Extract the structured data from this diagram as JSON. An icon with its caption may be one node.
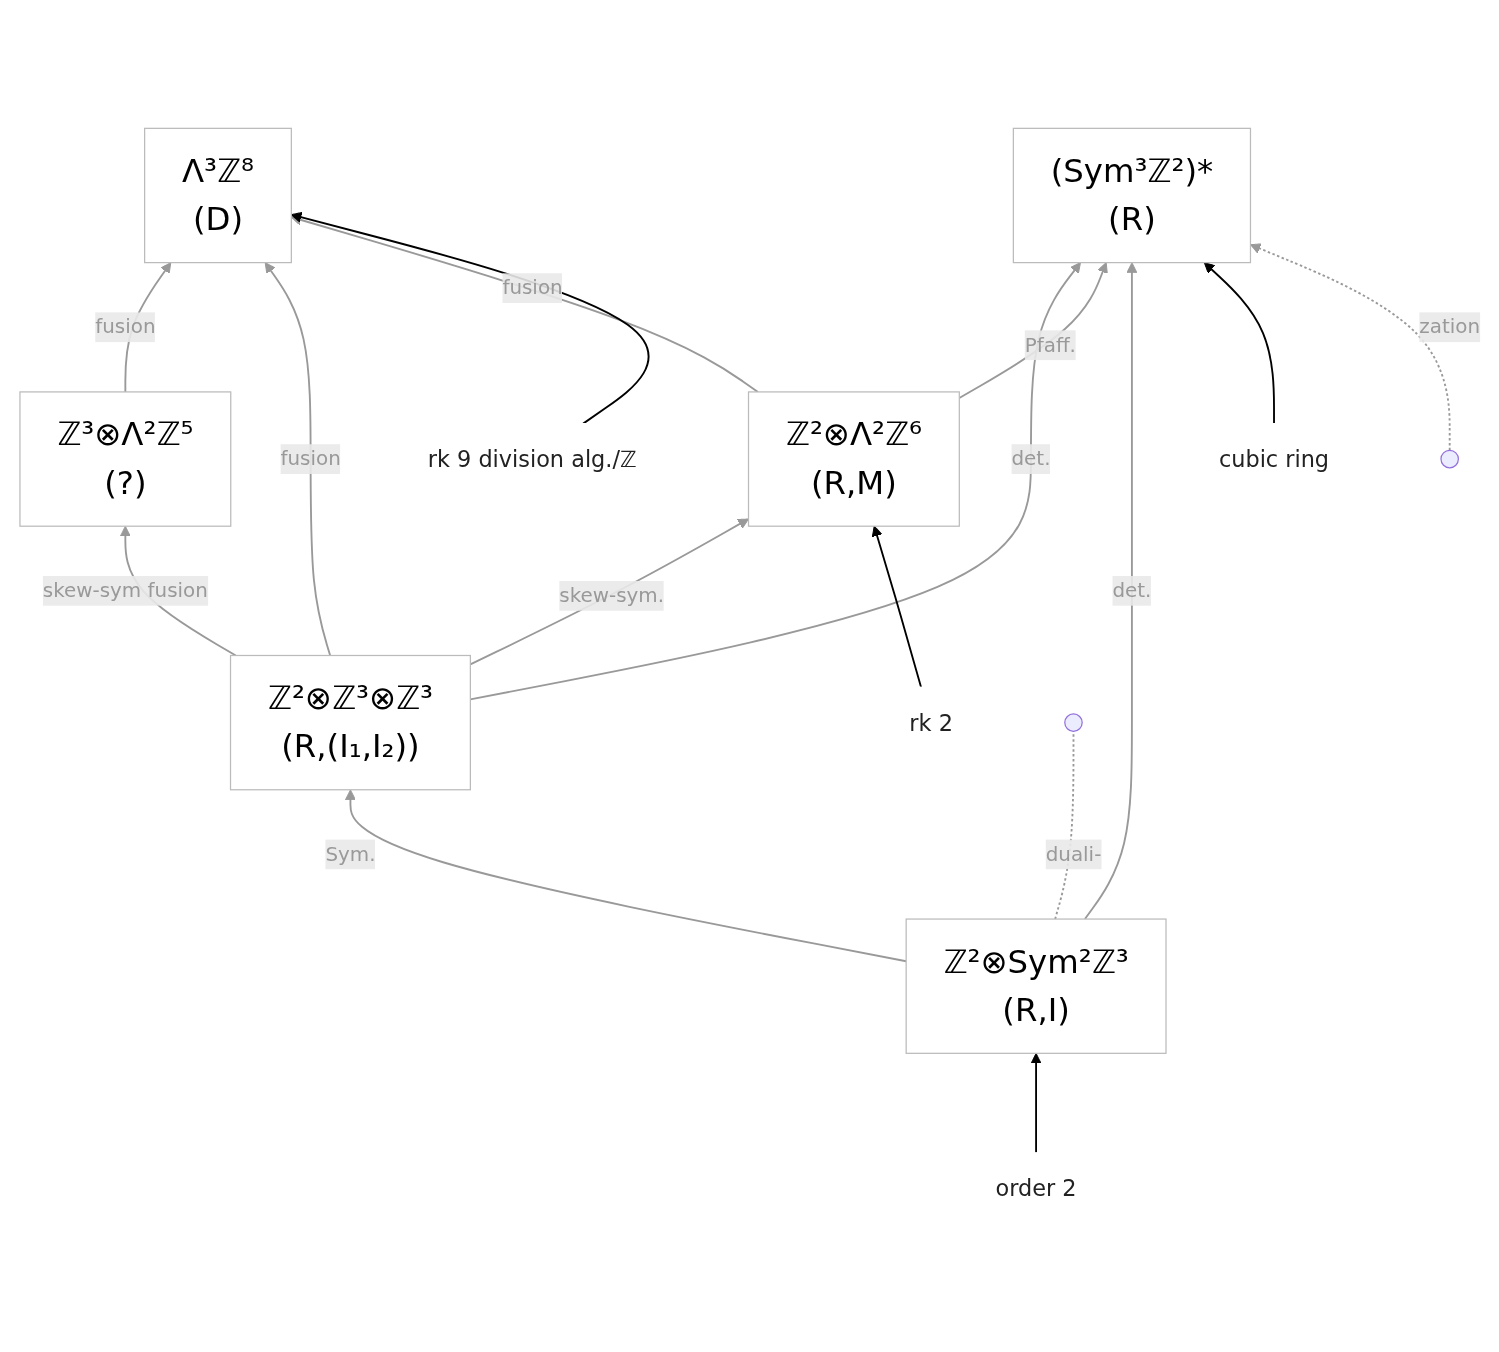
{
  "diagram": {
    "nodes": [
      {
        "text": [
          "Λ³ℤ⁸",
          "(D)"
        ]
      },
      {
        "text": [
          "ℤ³⊗Λ²ℤ⁵",
          "(?)"
        ]
      },
      {
        "text": [
          "ℤ²⊗Λ²ℤ⁶",
          "(R,M)"
        ]
      },
      {
        "text": [
          "ℤ²⊗ℤ³⊗ℤ³",
          "(R,(I₁,I₂))"
        ]
      },
      {
        "text": [
          "(Sym³ℤ²)*",
          "(R)"
        ]
      },
      {
        "text": [
          "ℤ²⊗Sym²ℤ³",
          "(R,I)"
        ]
      },
      {
        "text": [
          "rk 9 division alg./ℤ"
        ]
      },
      {
        "text": [
          "rk 2"
        ]
      },
      {
        "text": [
          "cubic ring"
        ]
      },
      {
        "text": [
          "order 2"
        ]
      }
    ],
    "edges": [
      {
        "from": 1,
        "to": 0,
        "arrow": "to",
        "label": "fusion"
      },
      {
        "from": 3,
        "to": 0,
        "arrow": "to",
        "label": "fusion"
      },
      {
        "from": 2,
        "to": 0,
        "arrow": "to",
        "label": "fusion"
      },
      {
        "from": 3,
        "to": 1,
        "arrow": "to",
        "label": "skew-sym fusion"
      },
      {
        "from": 3,
        "to": 2,
        "arrow": "to",
        "label": "skew-sym."
      },
      {
        "from": 3,
        "to": 4,
        "arrow": "to",
        "label": "det."
      },
      {
        "from": 2,
        "to": 4,
        "arrow": "to",
        "label": "Pfaff."
      },
      {
        "from": 5,
        "to": 3,
        "arrow": "to",
        "label": "Sym."
      },
      {
        "from": 5,
        "to": 4,
        "arrow": "to",
        "label": "det."
      },
      {
        "from": 6,
        "to": 0,
        "arrow": "to",
        "color": "#000000"
      },
      {
        "from": 7,
        "to": 2,
        "arrow": "to",
        "color": "#000000"
      },
      {
        "from": 8,
        "to": 4,
        "arrow": "to",
        "color": "#000000"
      },
      {
        "from": 9,
        "to": 5,
        "arrow": "to",
        "color": "#000000"
      },
      {
        "from": 5,
        "to": null,
        "arrow": "none",
        "style": "dashed",
        "label": "duali-"
      },
      {
        "from": null,
        "to": 4,
        "arrow": "to",
        "style": "dashed",
        "label": "zation"
      }
    ]
  }
}
